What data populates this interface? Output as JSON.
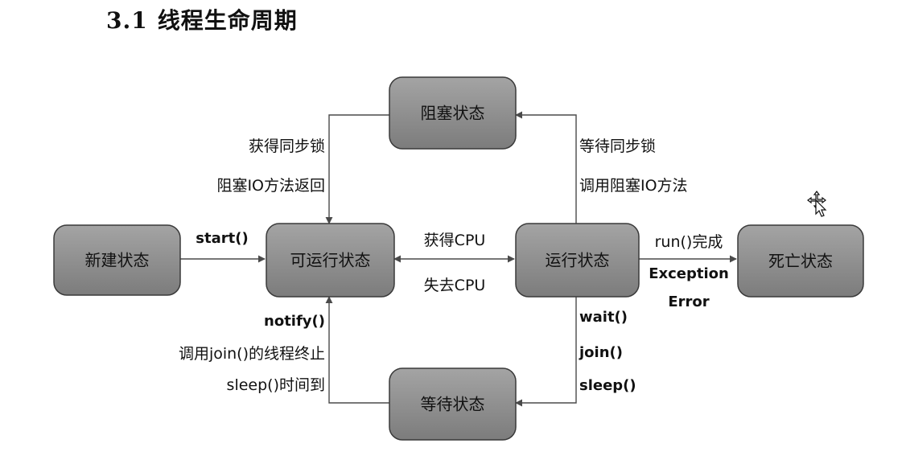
{
  "header": {
    "section_number": "3.1",
    "title": "线程生命周期"
  },
  "colors": {
    "node_fill_top": "#a4a4a4",
    "node_fill_bottom": "#7c7c7c",
    "node_stroke": "#3a3a3a",
    "edge": "#4a4a4a",
    "text": "#111111"
  },
  "nodes": {
    "new": "新建状态",
    "runnable": "可运行状态",
    "running": "运行状态",
    "dead": "死亡状态",
    "blocked": "阻塞状态",
    "waiting": "等待状态"
  },
  "edges": {
    "new_to_runnable": {
      "labels": [
        "start()"
      ]
    },
    "runnable_to_running": {
      "labels": [
        "获得CPU"
      ]
    },
    "running_to_runnable": {
      "labels": [
        "失去CPU"
      ]
    },
    "running_to_dead": {
      "labels": [
        "run()完成",
        "Exception",
        "Error"
      ]
    },
    "running_to_blocked": {
      "labels": [
        "等待同步锁",
        "调用阻塞IO方法"
      ]
    },
    "blocked_to_runnable": {
      "labels": [
        "获得同步锁",
        "阻塞IO方法返回"
      ]
    },
    "running_to_waiting": {
      "labels": [
        "wait()",
        "join()",
        "sleep()"
      ]
    },
    "waiting_to_runnable": {
      "labels": [
        "notify()",
        "调用join()的线程终止",
        "sleep()时间到"
      ]
    }
  },
  "cursor_icon": "move-cursor-icon"
}
